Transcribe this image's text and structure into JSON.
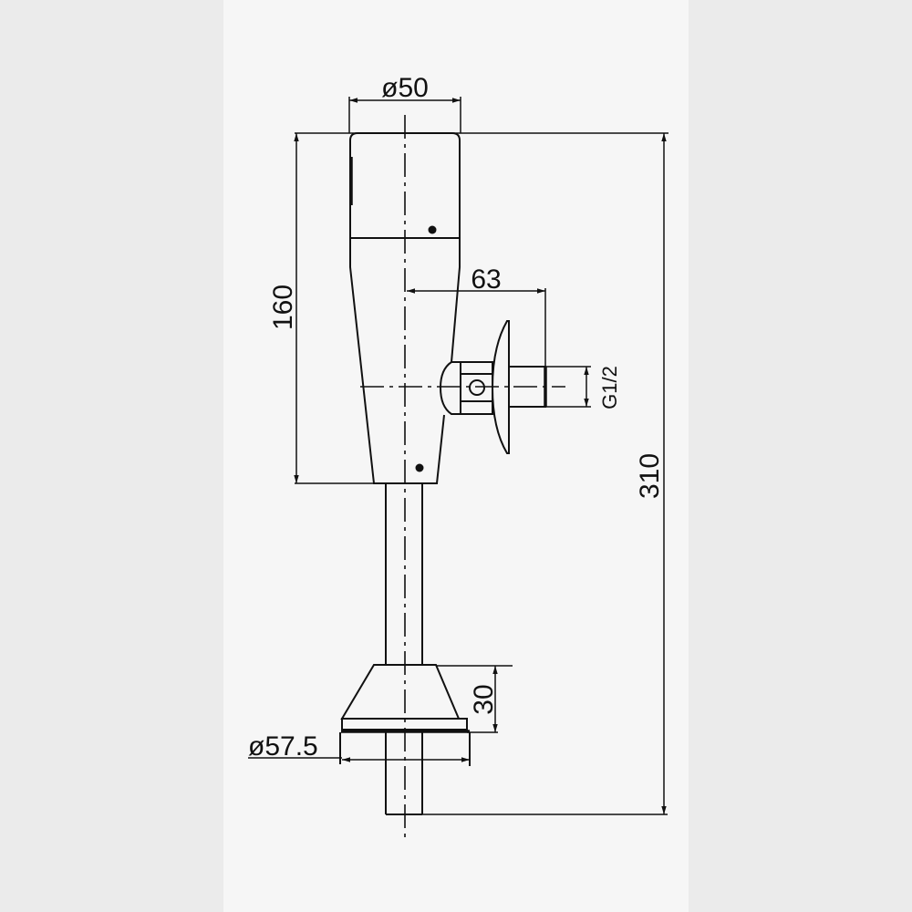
{
  "drawing": {
    "dimensions": {
      "top_diameter": "ø50",
      "body_height": "160",
      "outlet_offset": "63",
      "thread": "G1/2",
      "total_height": "310",
      "cone_height": "30",
      "base_diameter": "ø57.5"
    }
  }
}
